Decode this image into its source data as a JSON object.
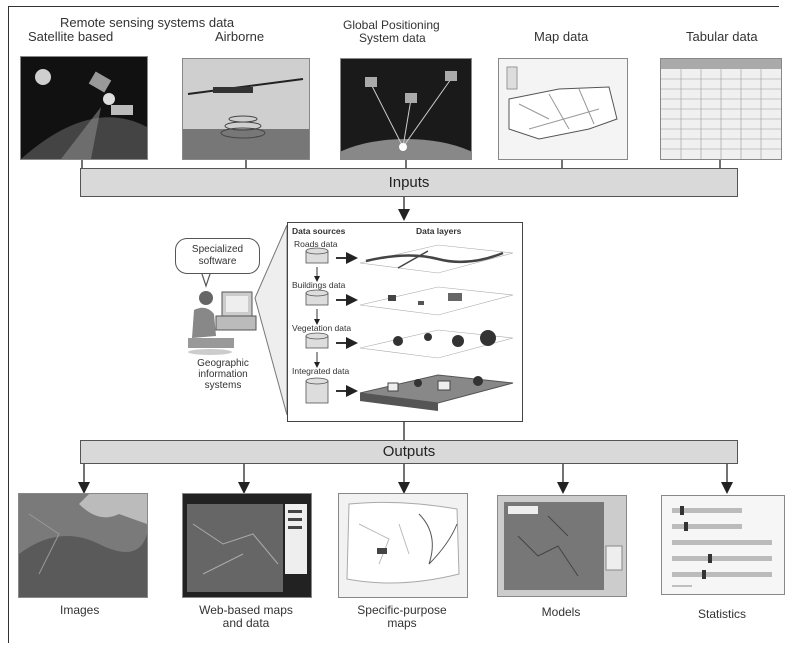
{
  "inputs": {
    "group_label": "Remote sensing systems data",
    "satellite_label": "Satellite based",
    "airborne_label": "Airborne",
    "gps_label_line1": "Global Positioning",
    "gps_label_line2": "System data",
    "map_label": "Map data",
    "tabular_label": "Tabular data",
    "bar_label": "Inputs"
  },
  "gis": {
    "software_line1": "Specialized",
    "software_line2": "software",
    "label_line1": "Geographic",
    "label_line2": "information",
    "label_line3": "systems",
    "data_sources_header": "Data sources",
    "data_layers_header": "Data layers",
    "layers": [
      "Roads data",
      "Buildings data",
      "Vegetation data",
      "Integrated data"
    ]
  },
  "outputs": {
    "bar_label": "Outputs",
    "images_label": "Images",
    "webmaps_line1": "Web-based maps",
    "webmaps_line2": "and data",
    "specific_line1": "Specific-purpose",
    "specific_line2": "maps",
    "models_label": "Models",
    "statistics_label": "Statistics"
  }
}
